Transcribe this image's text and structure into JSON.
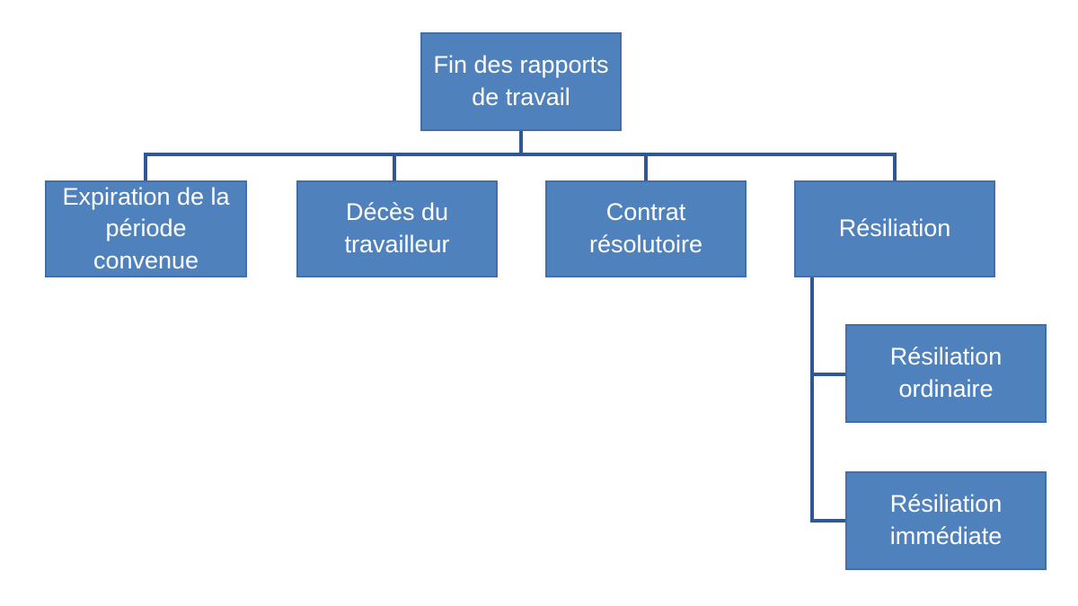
{
  "diagram": {
    "type": "org-chart",
    "colors": {
      "node_fill": "#4f81bd",
      "node_border": "#416fac",
      "connector": "#305795",
      "node_text": "#ffffff",
      "page_background": "#ffffff"
    },
    "root": {
      "label": "Fin des rapports de travail"
    },
    "children": [
      {
        "label": "Expiration de la période convenue"
      },
      {
        "label": "Décès du travailleur"
      },
      {
        "label": "Contrat résolutoire"
      },
      {
        "label": "Résiliation",
        "children": [
          {
            "label": "Résiliation ordinaire"
          },
          {
            "label": "Résiliation immédiate"
          }
        ]
      }
    ]
  }
}
